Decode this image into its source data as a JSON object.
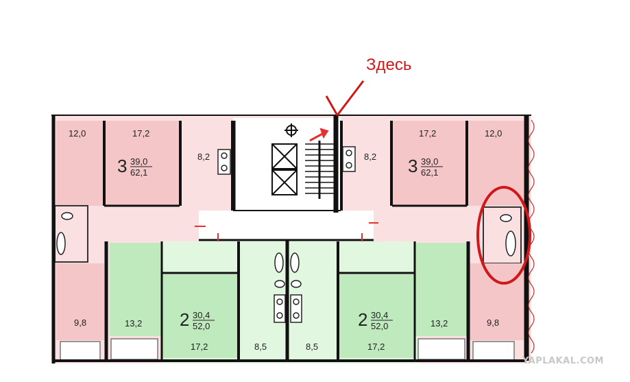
{
  "annotation": {
    "text": "Здесь",
    "color": "#d01818"
  },
  "watermark": "YAPLAKAL.COM",
  "colors": {
    "pink_room": "#f4c6c8",
    "pink_hall": "#fbe0e2",
    "green_room": "#bfeabe",
    "green_hall": "#e2f7e0",
    "wall": "#111111",
    "marker": "#e53030"
  },
  "apartments": [
    {
      "id": "top-left",
      "rooms": "3",
      "living": "39,0",
      "total": "62,1"
    },
    {
      "id": "top-right",
      "rooms": "3",
      "living": "39,0",
      "total": "62,1"
    },
    {
      "id": "bottom-left",
      "rooms": "2",
      "living": "30,4",
      "total": "52,0"
    },
    {
      "id": "bottom-right",
      "rooms": "2",
      "living": "30,4",
      "total": "52,0"
    }
  ],
  "room_areas": {
    "tl_corner": "12,0",
    "tl_room": "17,2",
    "tl_kitchen": "8,2",
    "tr_kitchen": "8,2",
    "tr_room": "17,2",
    "tr_corner": "12,0",
    "bl_small": "9,8",
    "bl_room": "13,2",
    "bl_big": "17,2",
    "bl_kitchen": "8,5",
    "br_kitchen": "8,5",
    "br_big": "17,2",
    "br_room": "13,2",
    "br_small": "9,8"
  }
}
